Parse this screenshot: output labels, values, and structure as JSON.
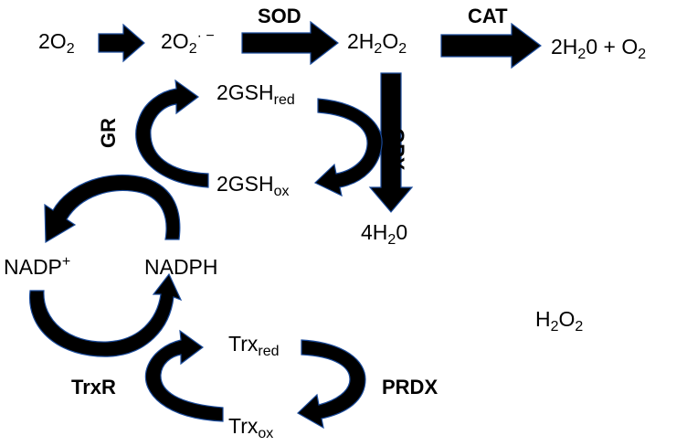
{
  "species": {
    "o2": {
      "base": "2O",
      "sub": "2"
    },
    "superoxide": {
      "base": "2O",
      "sub": "2",
      "sup": "· −"
    },
    "h2o2_main": {
      "pre": "2H",
      "sub": "2",
      "mid": "O",
      "sub2": "2"
    },
    "cat_products": {
      "pre": "2H",
      "sub": "2",
      "mid": "0 + O",
      "sub2": "2"
    },
    "gsh_red": {
      "base": "2GSH",
      "sub": "red"
    },
    "gsh_ox": {
      "base": "2GSH",
      "sub": "ox"
    },
    "water": {
      "pre": "4H",
      "sub": "2",
      "mid": "0"
    },
    "nadp": {
      "base": "NADP",
      "sup": "+"
    },
    "nadph": {
      "base": "NADPH"
    },
    "h2o2_side": {
      "pre": "H",
      "sub": "2",
      "mid": "O",
      "sub2": "2"
    },
    "trx_red": {
      "base": "Trx",
      "sub": "red"
    },
    "trx_ox": {
      "base": "Trx",
      "sub": "ox"
    }
  },
  "enzymes": {
    "sod": "SOD",
    "cat": "CAT",
    "gpx": "GPX",
    "gr": "GR",
    "trxr": "TrxR",
    "prdx": "PRDX"
  }
}
